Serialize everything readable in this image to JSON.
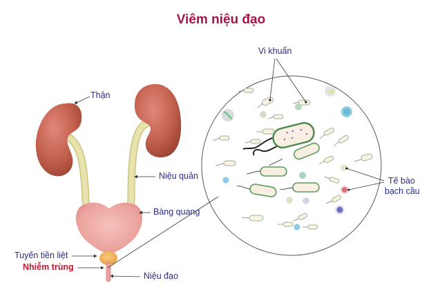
{
  "title": "Viêm niệu đạo",
  "colors": {
    "title": "#a3154a",
    "label": "#2a2a8a",
    "infection_label": "#c0182c",
    "kidney": "#c4614f",
    "ureter": "#e4e0a6",
    "bladder": "#eea6a1",
    "prostate": "#f1b25a",
    "bacteria_outline": "#5a9a5a",
    "bacteria_fill": "#f9eee2"
  },
  "anatomy_labels": {
    "kidney": "Thận",
    "ureter": "Niệu quản",
    "bladder": "Bàng quang",
    "prostate": "Tuyến tiền liệt",
    "infection": "Nhiễm trùng",
    "urethra": "Niệu đạo"
  },
  "magnified_labels": {
    "bacteria": "Vi khuẩn",
    "white_blood_cells_line1": "Tế bào",
    "white_blood_cells_line2": "bạch cầu"
  }
}
